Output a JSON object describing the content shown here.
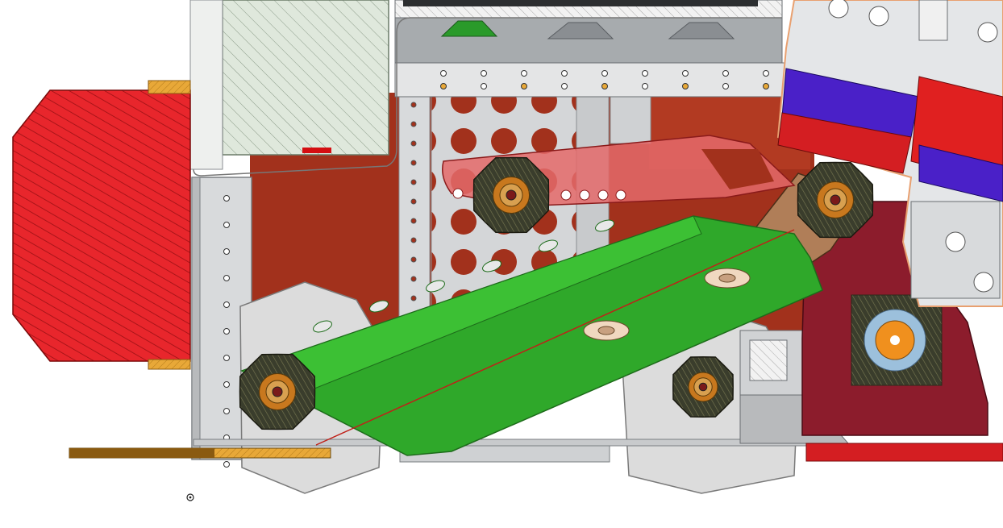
{
  "view": {
    "background": "#ffffff",
    "description_visible_text": []
  },
  "palette": {
    "motor_red": "#e8262c",
    "frame_red": "#a2311c",
    "arm_green": "#2fa82a",
    "arm_green_dark": "#1d6b1a",
    "bronze_arm": "#b07e58",
    "gold": "#e8a838",
    "gold_dark": "#8a5a10",
    "aluminum": "#d4d6d8",
    "aluminum_dark": "#9a9ea2",
    "wheel_gray": "#dcdcdc",
    "sprocket_dark": "#3a3d2c",
    "sprocket_orange": "#c8781e",
    "maroon": "#8c1c2c",
    "violet": "#4a20c8",
    "hatch_green": "#dfe8dc",
    "orange_hub": "#f0901e",
    "blue_hub": "#9cc0dc"
  },
  "parts": [
    {
      "name": "left-motor",
      "color_key": "motor_red"
    },
    {
      "name": "top-hatched-plate",
      "color_key": "hatch_green"
    },
    {
      "name": "center-chassis-frame",
      "color_key": "aluminum"
    },
    {
      "name": "background-red-panel",
      "color_key": "frame_red"
    },
    {
      "name": "red-linkage-arm",
      "color_key": "motor_red"
    },
    {
      "name": "green-arm",
      "color_key": "arm_green"
    },
    {
      "name": "bronze-arm",
      "color_key": "bronze_arm"
    },
    {
      "name": "drive-wheels",
      "color_key": "wheel_gray"
    },
    {
      "name": "sprockets",
      "color_key": "sprocket_dark"
    },
    {
      "name": "right-gearbox",
      "color_key": "maroon"
    },
    {
      "name": "top-right-mechanism",
      "color_key": "violet"
    },
    {
      "name": "bottom-gold-bar",
      "color_key": "gold"
    }
  ]
}
